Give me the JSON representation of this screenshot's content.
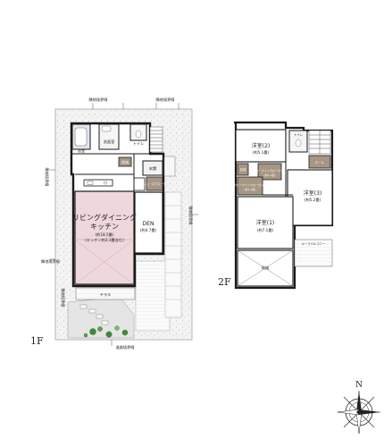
{
  "floor_1": {
    "label": "1F",
    "rooms": {
      "ldk_line1": "リビングダイニング",
      "ldk_line2": "キッチン",
      "ldk_area": "(約18.5畳)",
      "ldk_kitchen": "(キッチン約3.3畳含む)",
      "den": "DEN",
      "den_area": "(約4.7畳)",
      "bath": "浴室",
      "washroom": "洗面室",
      "toilet": "トイレ",
      "entrance": "玄関",
      "shoe_closet": "シューズクローク",
      "storage": "収納",
      "terrace": "テラス"
    },
    "boundaries": {
      "north": "隣地境界線",
      "north_right": "隣地境界線",
      "west_top": "隣地境界線",
      "west_mid": "隣地境界線",
      "west_low": "隣地境界線",
      "east": "隣地境界線",
      "south": "道路境界線"
    }
  },
  "floor_2": {
    "label": "2F",
    "rooms": {
      "bed1": "洋室(1)",
      "bed1_area": "(約7.1畳)",
      "bed2": "洋室(2)",
      "bed2_area": "(約5.1畳)",
      "bed3": "洋室(3)",
      "bed3_area": "(約5.2畳)",
      "wic1": "ウォークイン\nクローゼット",
      "wic1_area": "(約1.1畳)",
      "wic2": "ウォークイン\nクローゼット",
      "wic2_area": "(約1.4畳)",
      "storage": "収納",
      "toilet": "トイレ",
      "hall": "ホール",
      "upper_void": "吹抜",
      "balcony_label": "ルーフバルコニー"
    }
  },
  "compass": {
    "label": "N"
  },
  "colors": {
    "wall": "#1a1a1a",
    "ldk_fill": "#efd8dc",
    "closet_fill": "#a69684",
    "wet_fill": "#dfe6ee",
    "gravel": "#f4f4f4",
    "lawn": "#e2e2e2",
    "green": "#3f8a3a"
  }
}
